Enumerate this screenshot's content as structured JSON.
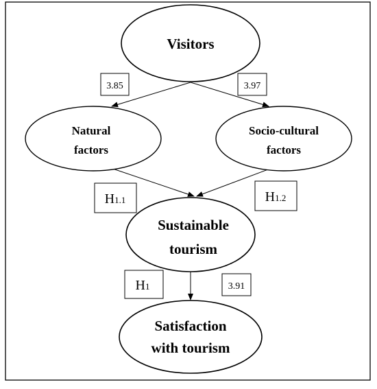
{
  "diagram": {
    "nodes": [
      {
        "id": "visitors",
        "lines": [
          "Visitors"
        ]
      },
      {
        "id": "natural",
        "lines": [
          "Natural",
          "factors"
        ]
      },
      {
        "id": "socio",
        "lines": [
          "Socio-cultural",
          "factors"
        ]
      },
      {
        "id": "sustainable",
        "lines": [
          "Sustainable",
          "tourism"
        ]
      },
      {
        "id": "satisfaction",
        "lines": [
          "Satisfaction",
          "with tourism"
        ]
      }
    ],
    "value_boxes": [
      {
        "id": "visitors-natural",
        "text": "3.85"
      },
      {
        "id": "visitors-socio",
        "text": "3.97"
      },
      {
        "id": "sustainable-satisfaction",
        "text": "3.91"
      }
    ],
    "hypothesis_boxes": [
      {
        "id": "h11",
        "main": "H",
        "sub": "1.1"
      },
      {
        "id": "h12",
        "main": "H",
        "sub": "1.2"
      },
      {
        "id": "h1",
        "main": "H",
        "sub": "1"
      }
    ],
    "edges": [
      {
        "from": "visitors",
        "to": "natural"
      },
      {
        "from": "visitors",
        "to": "socio"
      },
      {
        "from": "natural",
        "to": "sustainable"
      },
      {
        "from": "socio",
        "to": "sustainable"
      },
      {
        "from": "sustainable",
        "to": "satisfaction"
      }
    ]
  }
}
